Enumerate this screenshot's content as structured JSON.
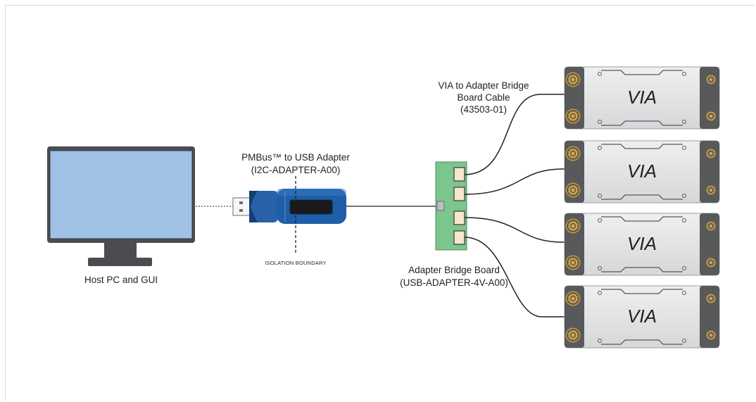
{
  "labels": {
    "host": "Host PC and GUI",
    "adapter_line1": "PMBus™ to USB Adapter",
    "adapter_line2": "(I2C-ADAPTER-A00)",
    "isolation": "ISOLATION BOUNDARY",
    "bridge_line1": "Adapter Bridge Board",
    "bridge_line2": "(USB-ADAPTER-4V-A00)",
    "cable_line1": "VIA to Adapter Bridge",
    "cable_line2": "Board Cable",
    "cable_line3": "(43503-01)"
  },
  "modules": [
    {
      "label": "VIA"
    },
    {
      "label": "VIA"
    },
    {
      "label": "VIA"
    },
    {
      "label": "VIA"
    }
  ],
  "colors": {
    "screen": "#9fc1e6",
    "monitor": "#4a4c4f",
    "usb_blue": "#1f5ea8",
    "bridge_green": "#7cc58d",
    "module_body": "#e4e5e7",
    "module_dark": "#58595b",
    "screw_gold": "#c79a3c",
    "frame": "#cfe0dc"
  }
}
